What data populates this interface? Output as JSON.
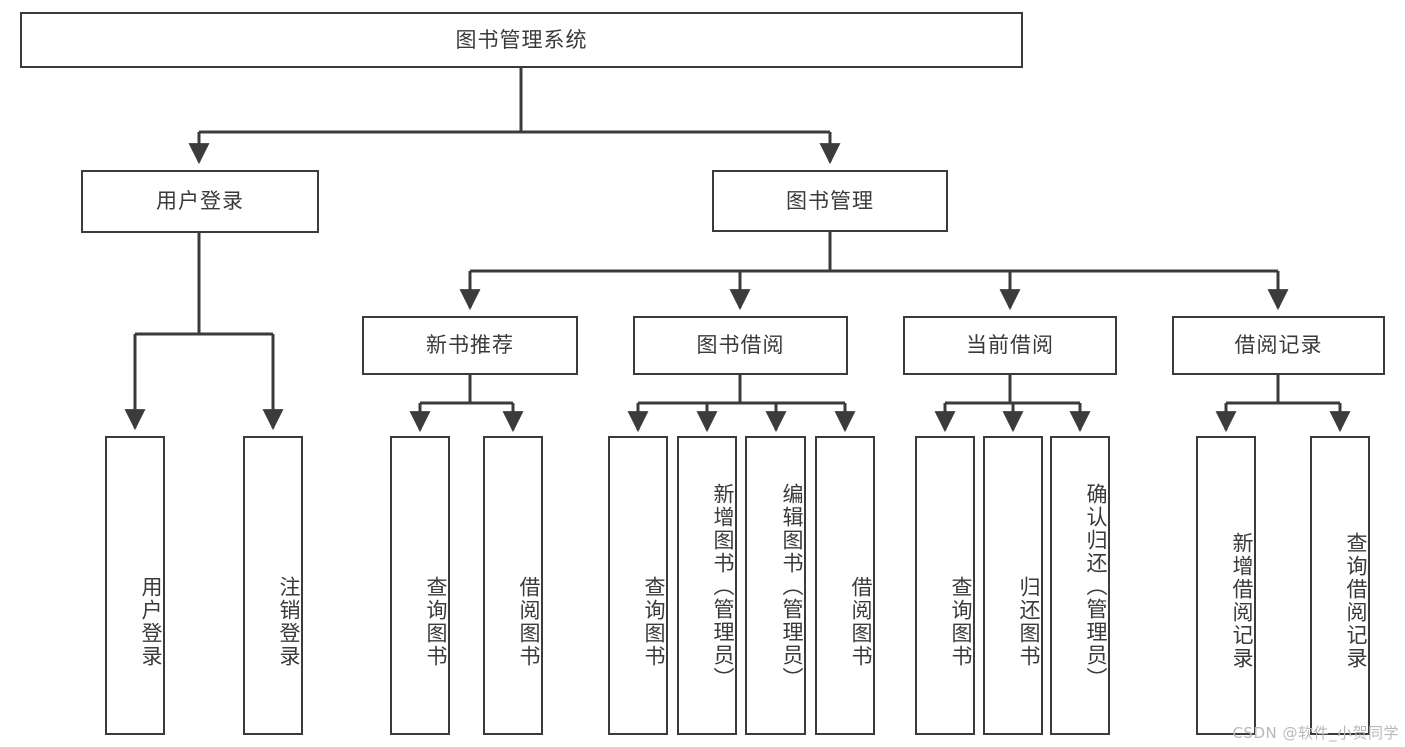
{
  "diagram": {
    "title": "图书管理系统",
    "type": "tree-hierarchy",
    "colors": {
      "stroke": "#3b3b3b",
      "fill": "#ffffff",
      "text": "#3a3a3a",
      "watermark": "#b9b9b9"
    },
    "root": {
      "label": "图书管理系统"
    },
    "level2": {
      "user_login": {
        "label": "用户登录"
      },
      "book_manage": {
        "label": "图书管理"
      }
    },
    "level3": {
      "new_book_rec": {
        "label": "新书推荐"
      },
      "book_borrow": {
        "label": "图书借阅"
      },
      "current_borrow": {
        "label": "当前借阅"
      },
      "borrow_record": {
        "label": "借阅记录"
      }
    },
    "leaves": {
      "user_login": [
        {
          "label": "用户登录"
        },
        {
          "label": "注销登录"
        }
      ],
      "new_book_rec": [
        {
          "label": "查询图书"
        },
        {
          "label": "借阅图书"
        }
      ],
      "book_borrow": [
        {
          "label": "查询图书"
        },
        {
          "label": "新增图书（管理员）"
        },
        {
          "label": "编辑图书（管理员）"
        },
        {
          "label": "借阅图书"
        }
      ],
      "current_borrow": [
        {
          "label": "查询图书"
        },
        {
          "label": "归还图书"
        },
        {
          "label": "确认归还（管理员）"
        }
      ],
      "borrow_record": [
        {
          "label": "新增借阅记录"
        },
        {
          "label": "查询借阅记录"
        }
      ]
    }
  },
  "watermark": {
    "text": "CSDN @软件_小贺同学"
  }
}
